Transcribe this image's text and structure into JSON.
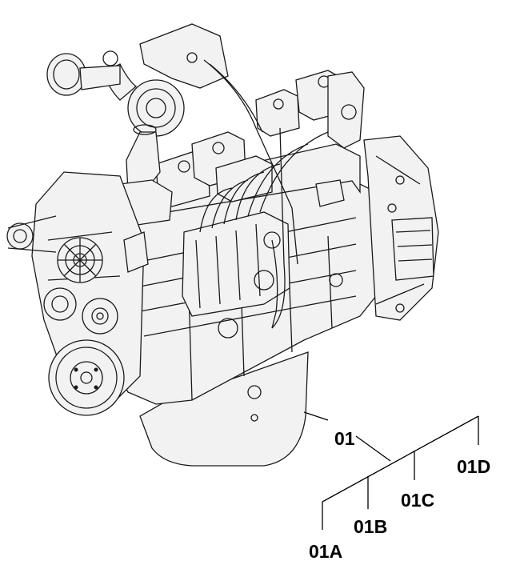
{
  "diagram": {
    "subject": "engine assembly exploded view",
    "watermark": "",
    "corner_mark": ""
  },
  "callouts": [
    {
      "id": "callout-01",
      "text": "01"
    },
    {
      "id": "callout-01a",
      "text": "01A"
    },
    {
      "id": "callout-01b",
      "text": "01B"
    },
    {
      "id": "callout-01c",
      "text": "01C"
    },
    {
      "id": "callout-01d",
      "text": "01D"
    }
  ]
}
